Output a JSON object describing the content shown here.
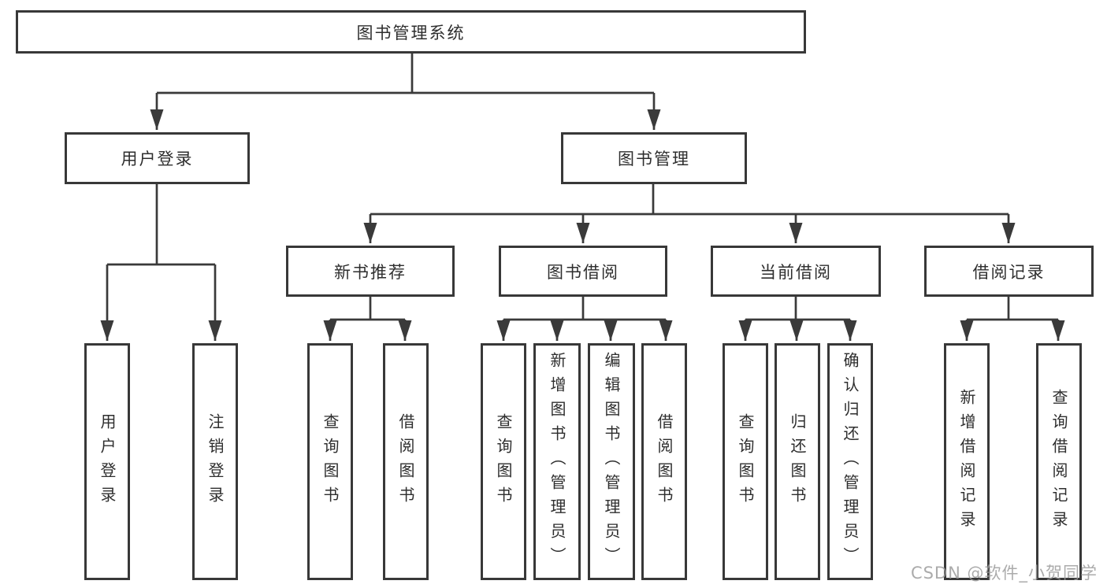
{
  "tree": {
    "label": "图书管理系统",
    "children": [
      {
        "label": "用户登录",
        "children": [
          {
            "label": "用户登录"
          },
          {
            "label": "注销登录"
          }
        ]
      },
      {
        "label": "图书管理",
        "children": [
          {
            "label": "新书推荐",
            "children": [
              {
                "label": "查询图书"
              },
              {
                "label": "借阅图书"
              }
            ]
          },
          {
            "label": "图书借阅",
            "children": [
              {
                "label": "查询图书"
              },
              {
                "label": "新增图书（管理员）"
              },
              {
                "label": "编辑图书（管理员）"
              },
              {
                "label": "借阅图书"
              }
            ]
          },
          {
            "label": "当前借阅",
            "children": [
              {
                "label": "查询图书"
              },
              {
                "label": "归还图书"
              },
              {
                "label": "确认归还（管理员）"
              }
            ]
          },
          {
            "label": "借阅记录",
            "children": [
              {
                "label": "新增借阅记录"
              },
              {
                "label": "查询借阅记录"
              }
            ]
          }
        ]
      }
    ]
  },
  "watermark": {
    "text": "CSDN @软件_小贺同学"
  },
  "colors": {
    "line": "#3a3a3a",
    "border": "#383838",
    "fill": "#ffffff",
    "text": "#2e2e2e",
    "watermark": "#999999"
  }
}
